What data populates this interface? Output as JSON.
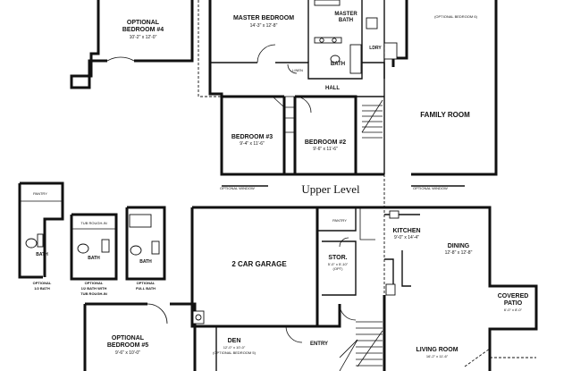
{
  "heading": "Upper Level",
  "rooms": {
    "optional_bedroom_4": {
      "name_1": "OPTIONAL",
      "name_2": "BEDROOM #4",
      "dim": "10'-2\" x 12'-0\""
    },
    "master_bedroom": {
      "name": "MASTER BEDROOM",
      "dim": "14'-3\" x 12'-8\""
    },
    "master_bath": {
      "name_1": "MASTER",
      "name_2": "BATH"
    },
    "optional_bedroom_6": {
      "name": "(OPTIONAL BEDROOM 6)"
    },
    "bath_upper": {
      "name": "BATH"
    },
    "laundry": {
      "name": "LDRY"
    },
    "linen": {
      "name": "LINEN"
    },
    "hall": {
      "name": "HALL"
    },
    "family_room": {
      "name": "FAMILY ROOM"
    },
    "bedroom_3": {
      "name": "BEDROOM #3",
      "dim": "9'-4\" x 11'-6\""
    },
    "bedroom_2": {
      "name": "BEDROOM #2",
      "dim": "9'-6\" x 11'-6\""
    },
    "garage": {
      "name": "2 CAR GARAGE"
    },
    "pantry": {
      "name": "PANTRY"
    },
    "kitchen": {
      "name": "KITCHEN",
      "dim": "9'-0\" x 14'-4\""
    },
    "dining": {
      "name": "DINING",
      "dim": "12'-8\" x 12'-8\""
    },
    "storage": {
      "name": "STOR.",
      "dim": "5'-0\" x 5'-10\"",
      "note": "(OPT)"
    },
    "covered_patio": {
      "name_1": "COVERED",
      "name_2": "PATIO",
      "dim": "6'-0\" x 8'-0\""
    },
    "optional_bedroom_5": {
      "name_1": "OPTIONAL",
      "name_2": "BEDROOM #5",
      "dim": "9'-6\" x 10'-0\""
    },
    "den": {
      "name": "DEN",
      "dim": "12'-0\" x 10'-0\"",
      "note": "(OPTIONAL BEDROOM 5)"
    },
    "entry": {
      "name": "ENTRY"
    },
    "living_room": {
      "name": "LIVING ROOM",
      "dim": "16'-2\" x 11'-6\""
    }
  },
  "options": {
    "half_bath": {
      "title": "BATH",
      "cap_1": "OPTIONAL",
      "cap_2": "1/2 BATH",
      "tag": "PANTRY"
    },
    "half_bath_tub": {
      "title": "BATH",
      "cap_1": "OPTIONAL",
      "cap_2": "1/2 BATH WITH",
      "cap_3": "TUB ROUGH-IN",
      "tag": "TUB ROUGH-IN"
    },
    "full_bath": {
      "title": "BATH",
      "cap_1": "OPTIONAL",
      "cap_2": "FULL BATH"
    }
  },
  "notes": {
    "bed3_window": "OPTIONAL WINDOW",
    "family_window": "OPTIONAL WINDOW"
  }
}
